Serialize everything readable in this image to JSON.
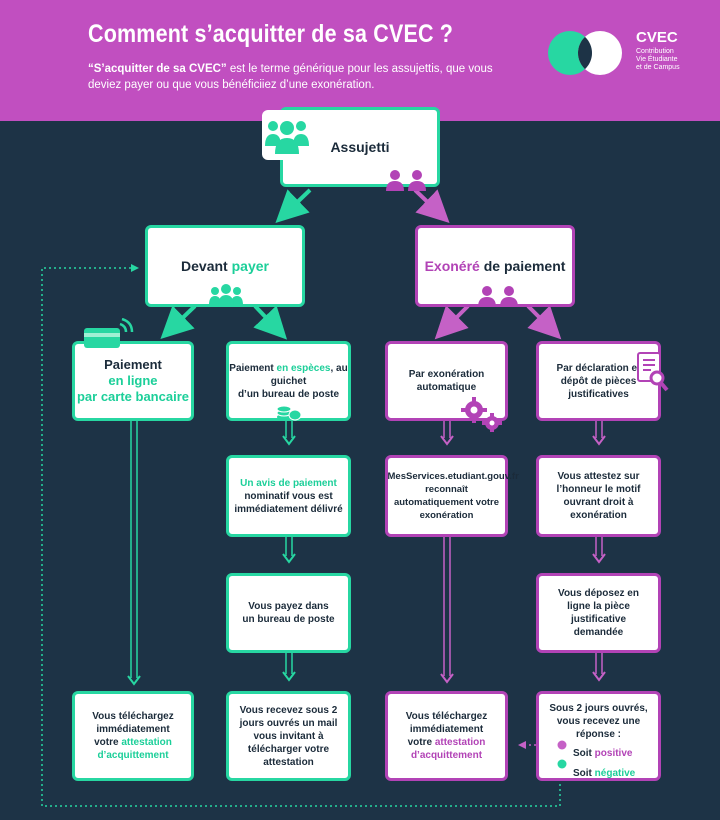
{
  "header": {
    "title": "Comment s’acquitter de sa CVEC ?",
    "subtitle_strong": "“S’acquitter de sa CVEC”",
    "subtitle_rest": " est le terme générique pour les assujettis, que vous deviez payer ou que vous bénéficiiez d’une exonération.",
    "logo": {
      "name": "CVEC",
      "line1": "Contribution",
      "line2": "Vie Étudiante",
      "line3": "et de Campus"
    }
  },
  "nodes": {
    "assujetti": "Assujetti",
    "devant": {
      "a": "Devant ",
      "b": "payer"
    },
    "exonere": {
      "a": "Exonéré",
      "b": " de paiement"
    },
    "paiement_ligne": {
      "a": "Paiement",
      "b": "en ligne",
      "c": "par carte bancaire"
    },
    "especes": {
      "a": "Paiement ",
      "b": "en espèces",
      "c": ", au guichet",
      "d": "d’un bureau de poste"
    },
    "avis": {
      "a": "Un avis de paiement",
      "b": " nominatif vous est immédiatement délivré"
    },
    "payez": "Vous payez dans un bureau de poste",
    "recevez": "Vous recevez sous 2 jours ouvrés un mail vous invitant à télécharger votre attestation",
    "telecharge_g": {
      "a": "Vous téléchargez immédiatement votre ",
      "b": "attestation d’acquittement"
    },
    "exo_auto": "Par exonération automatique",
    "declaration": "Par déclaration et dépôt de pièces justificatives",
    "messervices": "MesServices.etudiant.gouv.fr reconnaît automatiquement votre exonération",
    "attestez": "Vous attestez sur l’honneur le motif ouvrant droit à exonération",
    "deposez": "Vous déposez en ligne la pièce justificative demandée",
    "telecharge_p": {
      "a": "Vous téléchargez immédiatement votre ",
      "b": "attestation d’acquittement"
    },
    "reponse": {
      "intro": "Sous 2 jours ouvrés, vous recevez une réponse :",
      "pos_a": "Soit ",
      "pos_b": "positive",
      "neg_a": "Soit ",
      "neg_b": "négative"
    }
  },
  "colors": {
    "green": "#27d7a2",
    "purple": "#b243b6",
    "header": "#c14fc0",
    "background": "#1d3346"
  }
}
